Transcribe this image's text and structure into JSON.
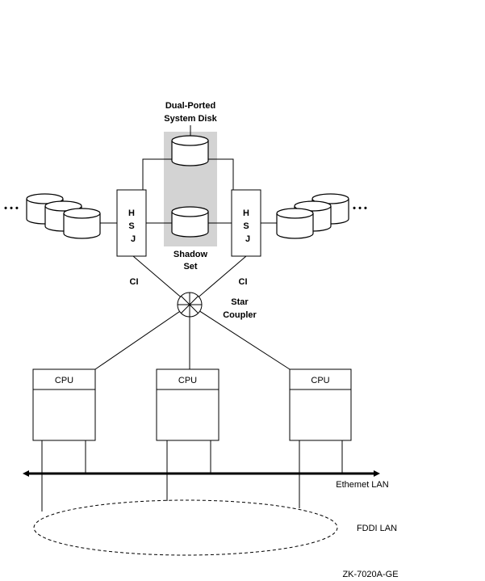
{
  "diagram": {
    "system_disk_label_line1": "Dual-Ported",
    "system_disk_label_line2": "System Disk",
    "shadow_set_label_line1": "Shadow",
    "shadow_set_label_line2": "Set",
    "controllers": [
      {
        "id": "hsj-left",
        "letters": [
          "H",
          "S",
          "J"
        ]
      },
      {
        "id": "hsj-right",
        "letters": [
          "H",
          "S",
          "J"
        ]
      }
    ],
    "ci_left_label": "CI",
    "ci_right_label": "CI",
    "star_coupler_line1": "Star",
    "star_coupler_line2": "Coupler",
    "ellipsis": "• • •",
    "cpus": [
      {
        "label": "CPU"
      },
      {
        "label": "CPU"
      },
      {
        "label": "CPU"
      }
    ],
    "ethernet_label": "Ethemet LAN",
    "fddi_label": "FDDI LAN",
    "figure_id": "ZK-7020A-GE",
    "shadow_color": "#d3d3d3"
  }
}
